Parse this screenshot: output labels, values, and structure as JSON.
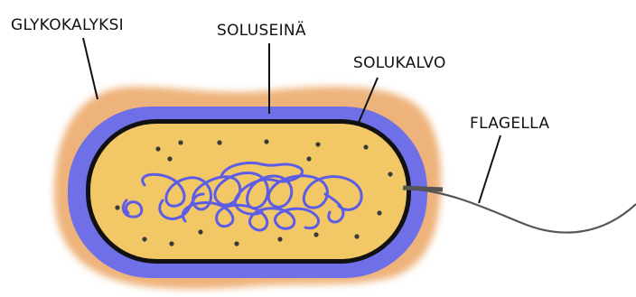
{
  "labels": {
    "glycocalyx": "GLYKOKALYKSI",
    "cell_wall": "SOLUSEINÄ",
    "cell_membrane": "SOLUKALVO",
    "flagellum": "FLAGELLA"
  },
  "colors": {
    "glycocalyx": "#eeb37a",
    "cell_wall": "#6f6fe8",
    "cell_membrane": "#111111",
    "cytoplasm": "#f2c866",
    "nucleoid": "#5c5ce6",
    "ribosomes": "#3a3a3a",
    "flagellum": "#555555",
    "leader_lines": "#111111"
  }
}
